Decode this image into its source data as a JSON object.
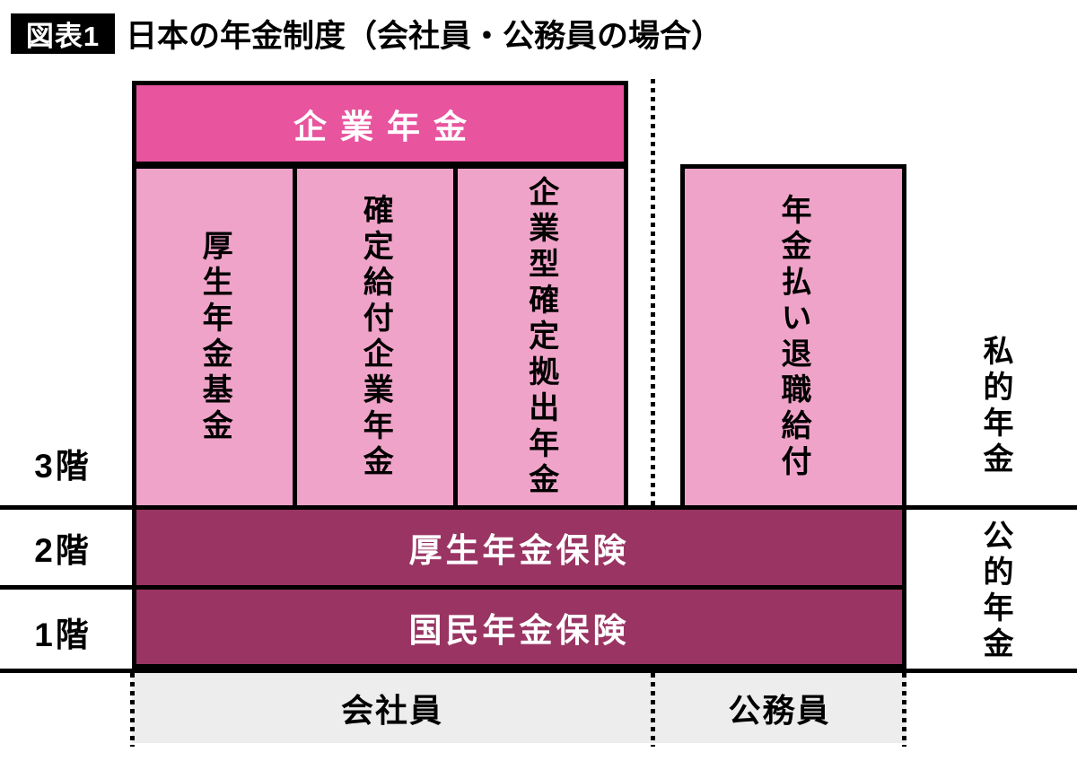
{
  "figure": {
    "badge": "図表1",
    "title": "日本の年金制度（会社員・公務員の場合）"
  },
  "corporate_pension_header": "企業年金",
  "tier3_columns": [
    "厚生年金基金",
    "確定給付企業年金",
    "企業型確定拠出年金"
  ],
  "civil_servant_column": "年金払い退職給付",
  "bands": {
    "tier2": "厚生年金保険",
    "tier1": "国民年金保険"
  },
  "floor_labels": {
    "tier3": "3階",
    "tier2": "2階",
    "tier1": "1階"
  },
  "footer": {
    "company_employee": "会社員",
    "civil_servant": "公務員"
  },
  "side_labels": {
    "private_pension": "私的年金",
    "public_pension": "公的年金"
  },
  "colors": {
    "bright_pink": "#e8549e",
    "light_pink": "#f0a3c8",
    "dark_magenta": "#9a3463",
    "gray_band": "#ededed",
    "line": "#000000"
  }
}
